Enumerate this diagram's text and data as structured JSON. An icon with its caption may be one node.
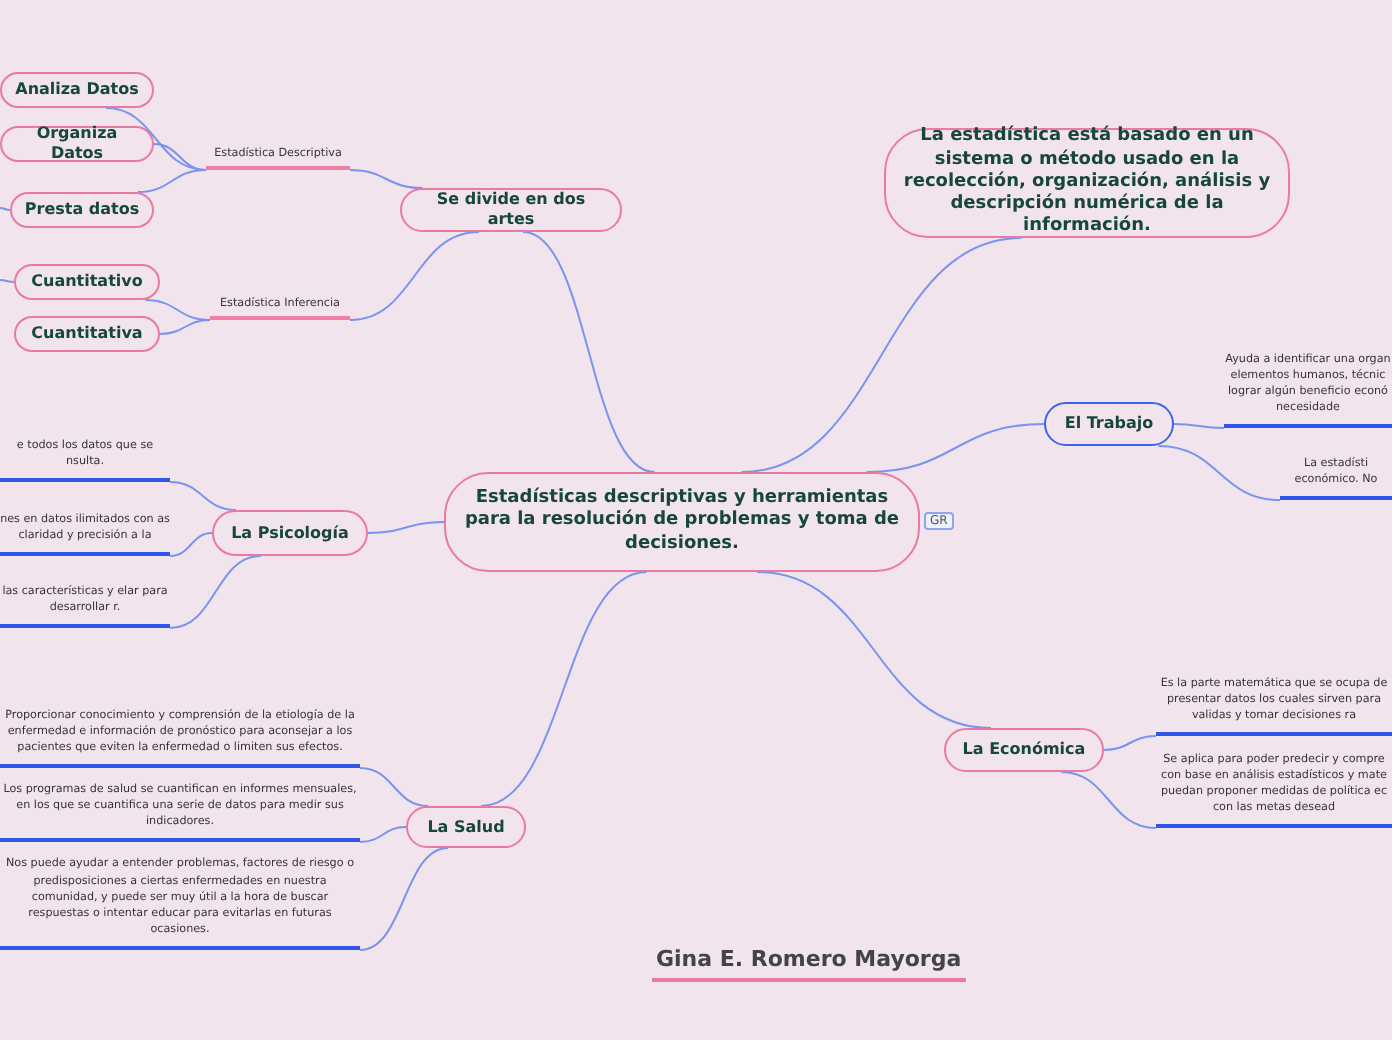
{
  "diagram": {
    "nodes": [
      {
        "text": [
          "Estadísticas descriptivas y herramientas para la resolución de problemas y toma de decisiones."
        ]
      },
      {
        "text": [
          "La estadística está basado en un sistema o método usado en la recolección, organización, análisis y descripción numérica de la información."
        ]
      },
      {
        "text": [
          "Se divide en dos artes"
        ]
      },
      {
        "text": [
          "Estadística Descriptiva"
        ]
      },
      {
        "text": [
          "Analiza Datos"
        ]
      },
      {
        "text": [
          "Organiza Datos"
        ]
      },
      {
        "text": [
          "Presta datos"
        ]
      },
      {
        "text": [
          "Estadística Inferencia"
        ]
      },
      {
        "text": [
          "Cuantitativo"
        ]
      },
      {
        "text": [
          "Cuantitativa"
        ]
      },
      {
        "text": [
          "El Trabajo"
        ]
      },
      {
        "text": [
          "Ayuda a identificar una organ elementos humanos, técnic lograr algún beneficio econó necesidade"
        ]
      },
      {
        "text": [
          "La estadísti económico. No"
        ]
      },
      {
        "text": [
          "La Psicología"
        ]
      },
      {
        "text": [
          "e todos los datos que se nsulta."
        ]
      },
      {
        "text": [
          "nes en datos ilimitados con as claridad y precisión a la"
        ]
      },
      {
        "text": [
          "las características y elar para desarrollar r."
        ]
      },
      {
        "text": [
          "La Salud"
        ]
      },
      {
        "text": [
          "Proporcionar conocimiento y comprensión de la etiología de la enfermedad e información de pronóstico para aconsejar a los pacientes que eviten la enfermedad o limiten sus efectos."
        ]
      },
      {
        "text": [
          "Los programas de salud se cuantifican en informes mensuales, en los que se cuantifica una serie de datos para medir sus indicadores."
        ]
      },
      {
        "text": [
          "Nos puede ayudar a entender problemas, factores de riesgo o predisposiciones a ciertas enfermedades en nuestra comunidad, y puede ser muy útil a la hora de buscar respuestas o intentar educar para evitarlas en futuras ocasiones."
        ]
      },
      {
        "text": [
          "La Económica"
        ]
      },
      {
        "text": [
          "Es la parte matemática que se ocupa de presentar datos los cuales sirven para validas y tomar decisiones ra"
        ]
      },
      {
        "text": [
          "Se aplica para poder predecir y compre con base en análisis estadísticos y mate puedan proponer medidas de política ec con las metas desead"
        ]
      }
    ],
    "edges": [
      {
        "from": 0,
        "to": 1,
        "arrow": "none"
      },
      {
        "from": 0,
        "to": 2,
        "arrow": "none"
      },
      {
        "from": 2,
        "to": 3,
        "arrow": "none"
      },
      {
        "from": 2,
        "to": 7,
        "arrow": "none"
      },
      {
        "from": 3,
        "to": 4,
        "arrow": "none"
      },
      {
        "from": 3,
        "to": 5,
        "arrow": "none"
      },
      {
        "from": 3,
        "to": 6,
        "arrow": "none"
      },
      {
        "from": 7,
        "to": 8,
        "arrow": "none"
      },
      {
        "from": 7,
        "to": 9,
        "arrow": "none"
      },
      {
        "from": 0,
        "to": 10,
        "arrow": "none"
      },
      {
        "from": 10,
        "to": 11,
        "arrow": "none"
      },
      {
        "from": 10,
        "to": 12,
        "arrow": "none"
      },
      {
        "from": 0,
        "to": 13,
        "arrow": "none"
      },
      {
        "from": 13,
        "to": 14,
        "arrow": "none"
      },
      {
        "from": 13,
        "to": 15,
        "arrow": "none"
      },
      {
        "from": 13,
        "to": 16,
        "arrow": "none"
      },
      {
        "from": 0,
        "to": 17,
        "arrow": "none"
      },
      {
        "from": 17,
        "to": 18,
        "arrow": "none"
      },
      {
        "from": 17,
        "to": 19,
        "arrow": "none"
      },
      {
        "from": 17,
        "to": 20,
        "arrow": "none"
      },
      {
        "from": 0,
        "to": 21,
        "arrow": "none"
      },
      {
        "from": 21,
        "to": 22,
        "arrow": "none"
      },
      {
        "from": 21,
        "to": 23,
        "arrow": "none"
      },
      {
        "from": 6,
        "to": null,
        "arrow": "none"
      },
      {
        "from": 8,
        "to": null,
        "arrow": "none"
      }
    ],
    "labels": [
      "GR",
      "Gina E. Romero Mayorga"
    ]
  }
}
